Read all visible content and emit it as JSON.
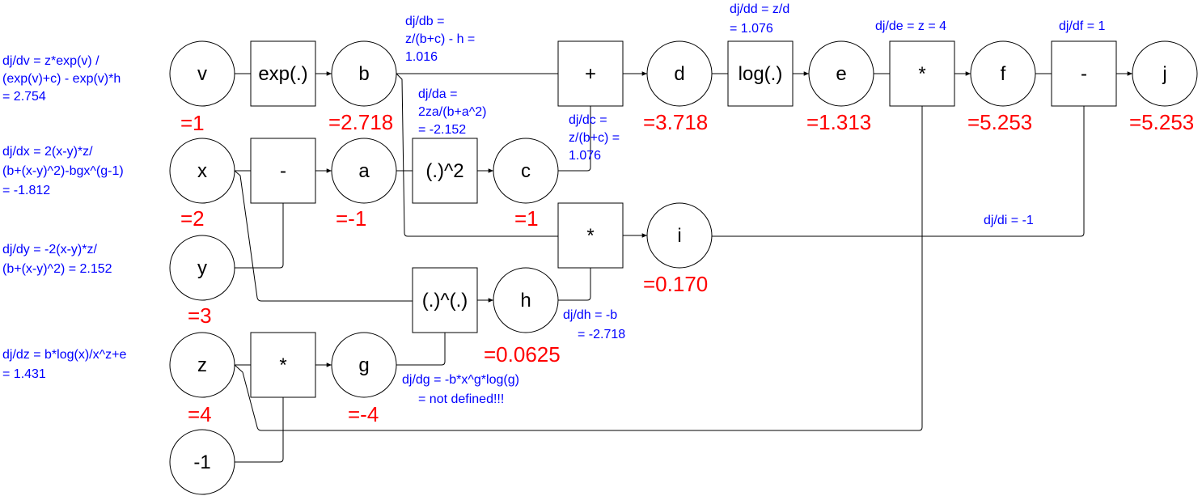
{
  "colors": {
    "node_stroke": "#000000",
    "value_text": "#ff0000",
    "gradient_text": "#0000ff",
    "background": "#ffffff"
  },
  "nodes": {
    "v": "v",
    "x": "x",
    "y": "y",
    "z": "z",
    "neg1": "-1",
    "b": "b",
    "a": "a",
    "g": "g",
    "c": "c",
    "h": "h",
    "d": "d",
    "i": "i",
    "e": "e",
    "f": "f",
    "j": "j"
  },
  "ops": {
    "exp": "exp(.)",
    "minus_xy": "-",
    "mult_zg": "*",
    "square": "(.)^2",
    "pow": "(.)^(.)",
    "plus": "+",
    "mult_bh": "*",
    "log": "log(.)",
    "mult_ez": "*",
    "minus_fi": "-"
  },
  "values": {
    "v": "=1",
    "x": "=2",
    "y": "=3",
    "z": "=4",
    "b": "=2.718",
    "a": "=-1",
    "g": "=-4",
    "c": "=1",
    "h": "=0.0625",
    "d": "=3.718",
    "i": "=0.170",
    "e": "=1.313",
    "f": "=5.253",
    "j": "=5.253"
  },
  "gradients": {
    "dv": [
      "dj/dv = z*exp(v) /",
      "(exp(v)+c) - exp(v)*h",
      "= 2.754"
    ],
    "dx": [
      "dj/dx = 2(x-y)*z/",
      "(b+(x-y)^2)-bgx^(g-1)",
      "= -1.812"
    ],
    "dy": [
      "dj/dy = -2(x-y)*z/",
      "(b+(x-y)^2) = 2.152"
    ],
    "dz": [
      "dj/dz = b*log(x)/x^z+e",
      "= 1.431"
    ],
    "db": [
      "dj/db =",
      "z/(b+c) - h =",
      "1.016"
    ],
    "da": [
      "dj/da =",
      "2za/(b+a^2)",
      "= -2.152"
    ],
    "dc": [
      "dj/dc =",
      "z/(b+c) =",
      "1.076"
    ],
    "dd": [
      "dj/dd = z/d",
      "= 1.076"
    ],
    "de": [
      "dj/de = z = 4"
    ],
    "df": [
      "dj/df = 1"
    ],
    "di": [
      "dj/di = -1"
    ],
    "dh": [
      "dj/dh = -b",
      "= -2.718"
    ],
    "dg": [
      "dj/dg = -b*x^g*log(g)",
      "=  not defined!!!"
    ]
  }
}
